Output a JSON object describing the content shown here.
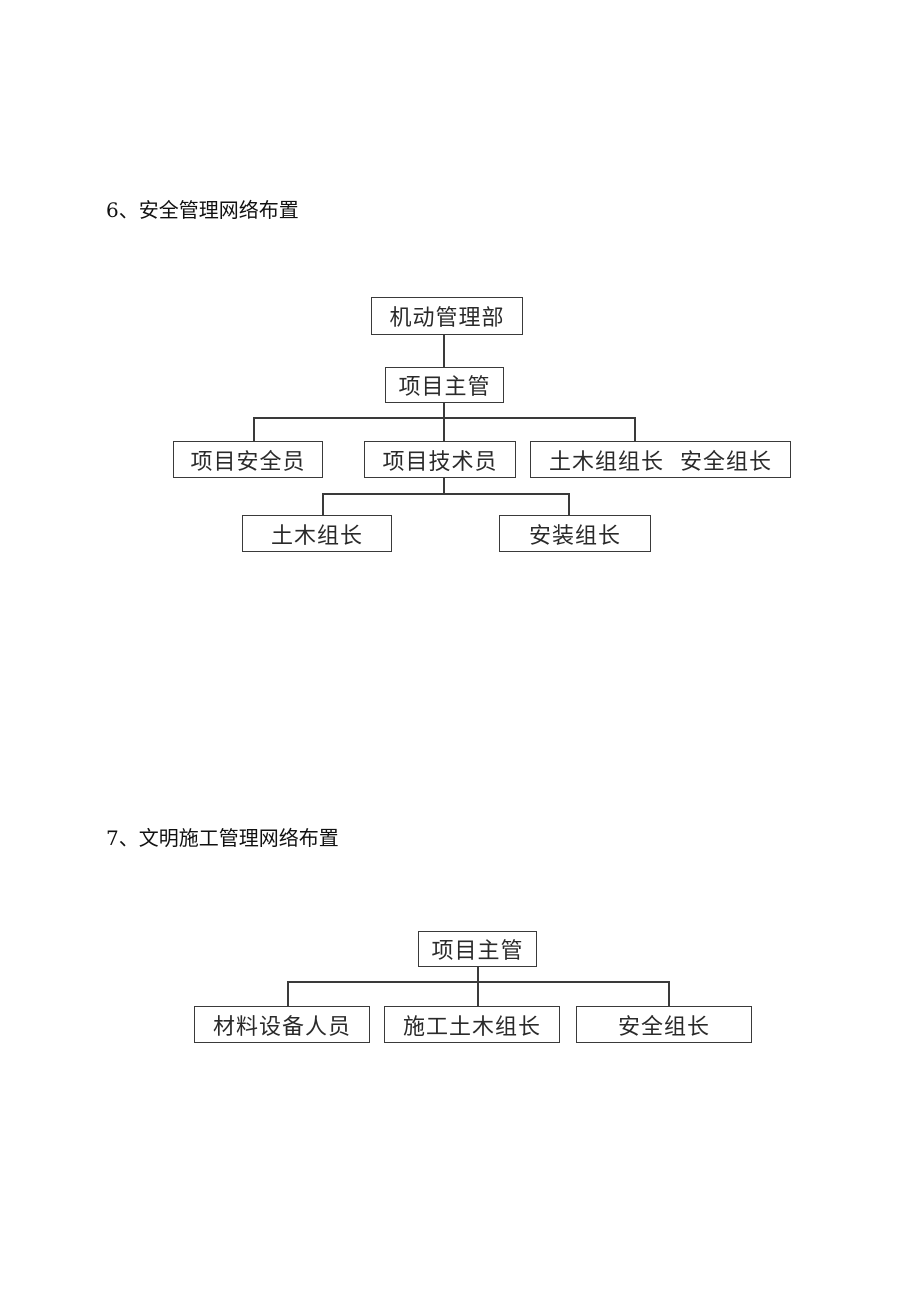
{
  "sections": [
    {
      "heading": "6、安全管理网络布置",
      "chart": {
        "root": "机动管理部",
        "level1": "项目主管",
        "level2": [
          "项目安全员",
          "项目技术员",
          "土木组组长  安全组长"
        ],
        "level3": [
          "土木组长",
          "安装组长"
        ]
      }
    },
    {
      "heading": "7、文明施工管理网络布置",
      "chart": {
        "root": "项目主管",
        "level1": [
          "材料设备人员",
          "施工土木组长",
          "安全组长"
        ]
      }
    }
  ]
}
